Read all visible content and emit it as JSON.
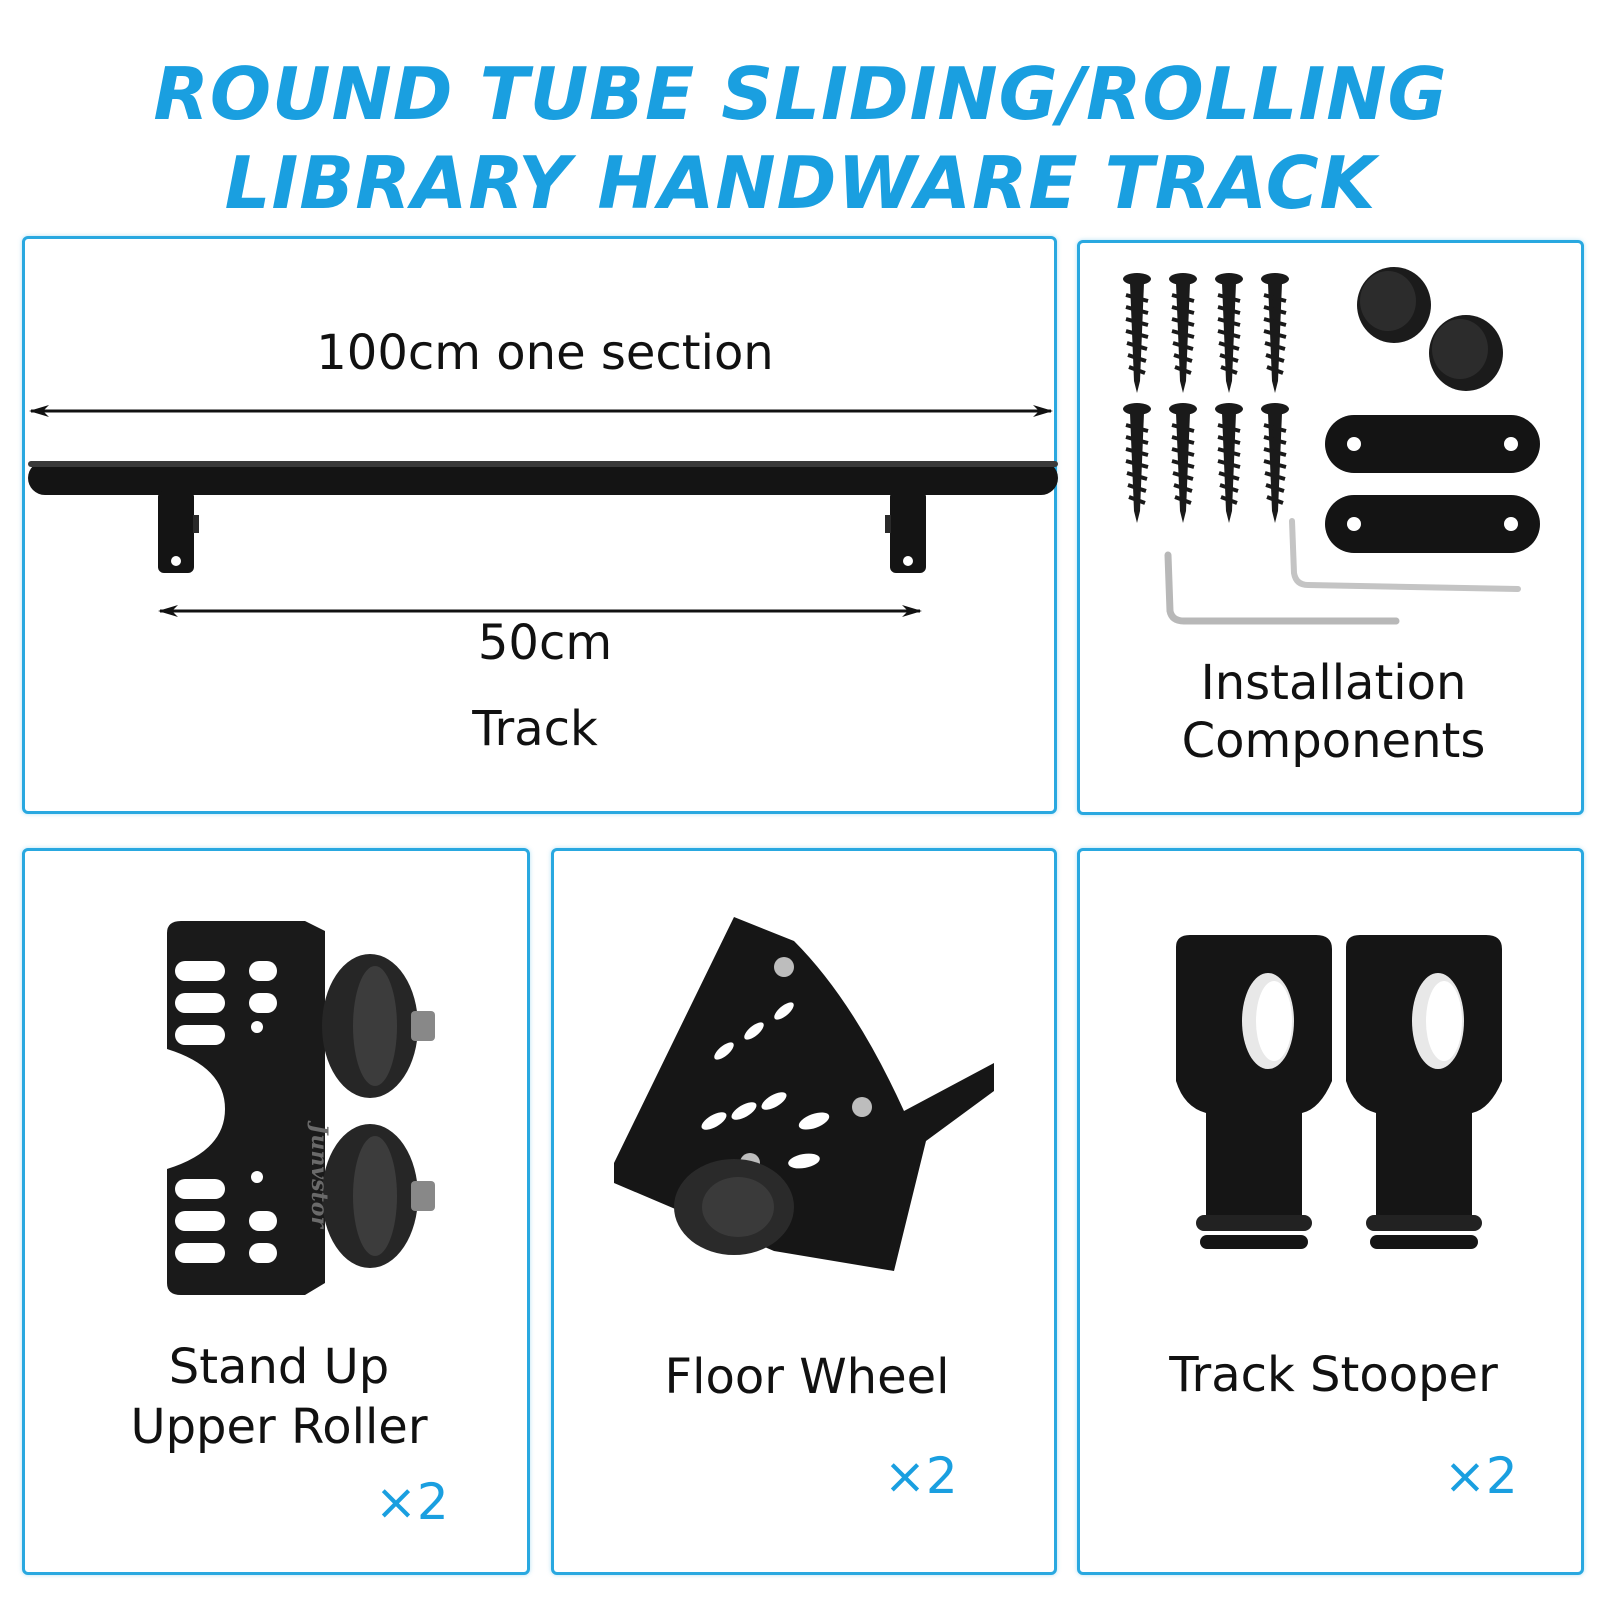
{
  "title": {
    "line1": "ROUND TUBE SLIDING/ROLLING",
    "line2": "LIBRARY HANDWARE TRACK"
  },
  "track_panel": {
    "dimension_long": "100cm one section",
    "dimension_short": "50cm",
    "name": "Track"
  },
  "installation_panel": {
    "name_line1": "Installation",
    "name_line2": "Components"
  },
  "roller_panel": {
    "name_line1": "Stand Up",
    "name_line2": "Upper Roller",
    "quantity": "×2",
    "brand": "Junvstor"
  },
  "wheel_panel": {
    "name": "Floor Wheel",
    "quantity": "×2"
  },
  "stopper_panel": {
    "name": "Track Stooper",
    "quantity": "×2"
  },
  "colors": {
    "accent": "#1a9fe0",
    "border": "#29a8e0",
    "product": "#111111"
  }
}
